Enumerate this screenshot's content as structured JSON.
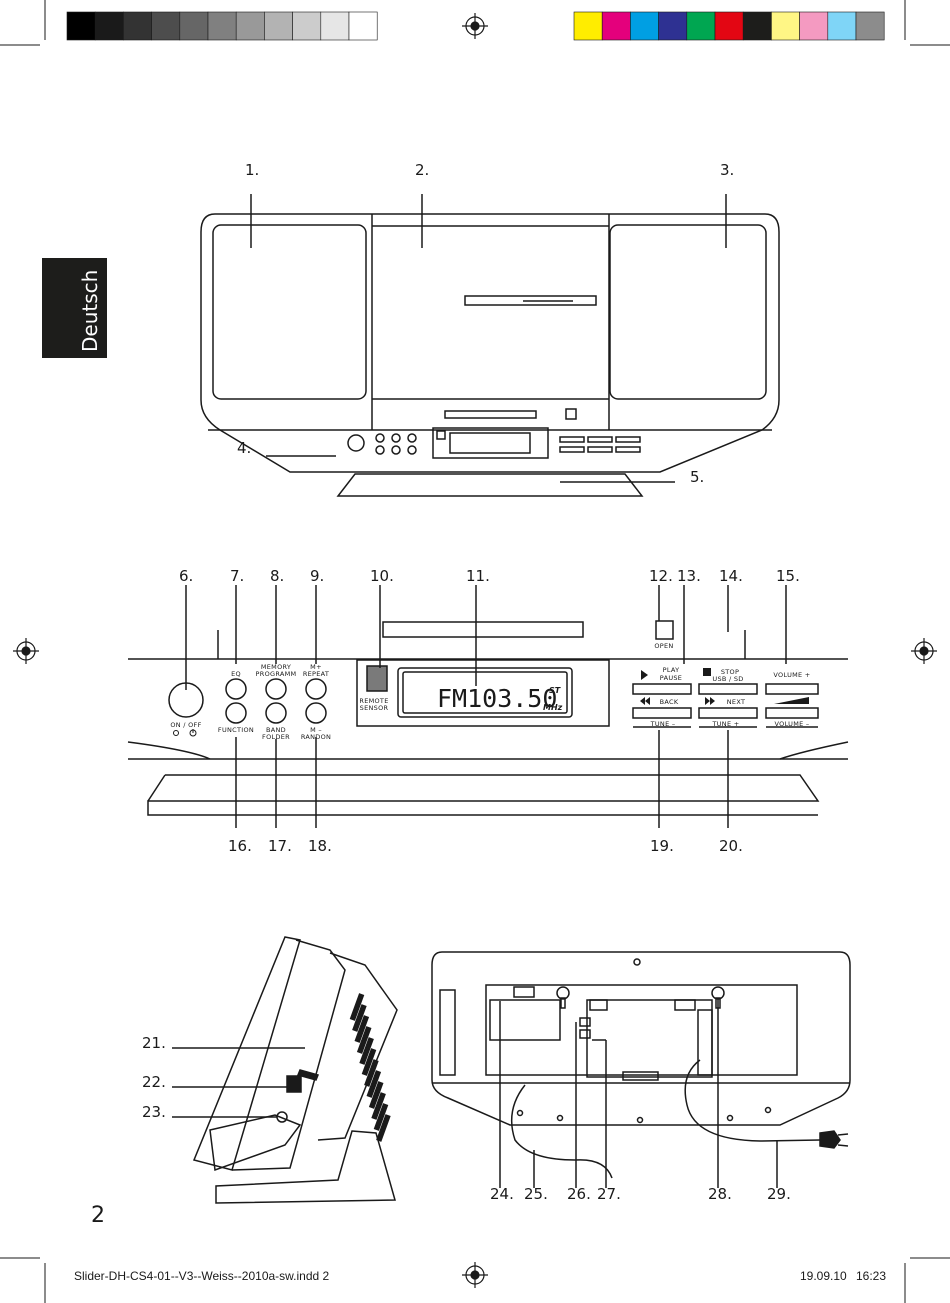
{
  "language_tab": "Deutsch",
  "page_number": "2",
  "footer": {
    "file": "Slider-DH-CS4-01--V3--Weiss--2010a-sw.indd   2",
    "date": "19.09.10",
    "time": "16:23"
  },
  "grayscale_bar": [
    "#000000",
    "#1a1a1a",
    "#333333",
    "#4d4d4d",
    "#666666",
    "#808080",
    "#999999",
    "#b3b3b3",
    "#cccccc",
    "#e6e6e6",
    "#ffffff"
  ],
  "color_bar": [
    "#ffed00",
    "#e4007c",
    "#009fe3",
    "#2e3192",
    "#00a651",
    "#e30613",
    "#1d1d1b",
    "#fff685",
    "#f49ac1",
    "#7fd5f7",
    "#8c8c8c"
  ],
  "callouts": {
    "n1": "1.",
    "n2": "2.",
    "n3": "3.",
    "n4": "4.",
    "n5": "5.",
    "n6": "6.",
    "n7": "7.",
    "n8": "8.",
    "n9": "9.",
    "n10": "10.",
    "n11": "11.",
    "n12": "12.",
    "n13": "13.",
    "n14": "14.",
    "n15": "15.",
    "n16": "16.",
    "n17": "17.",
    "n18": "18.",
    "n19": "19.",
    "n20": "20.",
    "n21": "21.",
    "n22": "22.",
    "n23": "23.",
    "n24": "24.",
    "n25": "25.",
    "n26": "26.",
    "n27": "27.",
    "n28": "28.",
    "n29": "29."
  },
  "panel_labels": {
    "on_off": "ON / OFF",
    "eq": "EQ",
    "memory_1": "MEMORY",
    "memory_2": "PROGRAMM",
    "mplus_1": "M+",
    "mplus_2": "REPEAT",
    "function": "FUNCTION",
    "band_1": "BAND",
    "band_2": "FOLDER",
    "mminus_1": "M –",
    "mminus_2": "RANDON",
    "remote_1": "REMOTE",
    "remote_2": "SENSOR",
    "open": "OPEN",
    "play_1": "PLAY",
    "play_2": "PAUSE",
    "stop_1": "STOP",
    "stop_2": "USB / SD",
    "volume_plus": "VOLUME +",
    "back": "BACK",
    "next": "NEXT",
    "tune_minus": "TUNE –",
    "tune_plus": "TUNE +",
    "volume_minus": "VOLUME –"
  },
  "display": {
    "main": "FM103.50",
    "st": "ST",
    "unit": "MHz"
  }
}
